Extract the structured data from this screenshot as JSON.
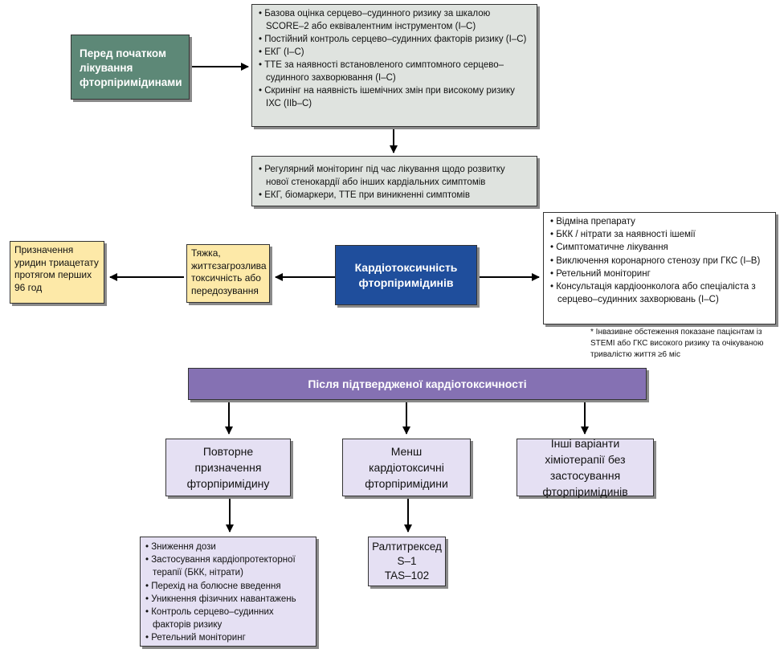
{
  "before": {
    "label": "Перед початком лікування фторпіримідинами",
    "items": [
      "Базова оцінка серцево–судинного ризику за шкалою SCORE–2 або еквівалентним інструментом (I–C)",
      "Постійний контроль серцево–судинних факторів ризику (I–C)",
      "ЕКГ (I–C)",
      "ТТЕ за наявності встановленого симптомного серцево–судинного захворювання (I–C)",
      "Скринінг на наявність ішемічних змін при високому ризику ІХС (IIb–C)"
    ]
  },
  "during": {
    "items": [
      "Регулярний моніторинг під час лікування щодо розвитку нової стенокардії або інших кардіальних симптомів",
      "ЕКГ, біомаркери, ТТЕ при виникненні симптомів"
    ]
  },
  "cardiotox": {
    "label": "Кардіотоксичність фторпіримідинів"
  },
  "severe": {
    "label": "Тяжка, життєзагрозлива токсичність або передозування"
  },
  "uridine": {
    "label": "Призначення уридин триацетату протягом перших 96 год"
  },
  "management": {
    "items": [
      "Відміна препарату",
      "БКК / нітрати за наявності ішемії",
      "Симптоматичне лікування",
      "Виключення коронарного стенозу при ГКС (I–B)",
      "Ретельний моніторинг",
      "Консультація кардіоонколога або спеціаліста з серцево–судинних захворювань (I–C)"
    ],
    "footnote": "* Інвазивне обстеження показане пацієнтам із STEMI або ГКС високого ризику та очікуваною тривалістю життя ≥6 міс"
  },
  "after": {
    "label": "Після підтвердженої кардіотоксичності"
  },
  "rechallenge": {
    "label": "Повторне призначення фторпіримідину",
    "items": [
      "Зниження дози",
      "Застосування кардіопротекторної терапії (БКК, нітрати)",
      "Перехід на болюсне введення",
      "Уникнення фізичних навантажень",
      "Контроль серцево–судинних факторів ризику",
      "Ретельний моніторинг"
    ]
  },
  "less_toxic": {
    "label": "Менш кардіотоксичні фторпіримідини",
    "drugs": [
      "Ралтитрексед",
      "S–1",
      "TAS–102"
    ]
  },
  "other": {
    "label": "Інші варіанти хіміотерапії без застосування фторпіримідинів"
  },
  "colors": {
    "green": "#5d8877",
    "gray": "#dfe3df",
    "blue": "#1f4e9c",
    "yellow": "#fde9a8",
    "purple": "#8571b3",
    "lavender": "#e5e0f3"
  }
}
